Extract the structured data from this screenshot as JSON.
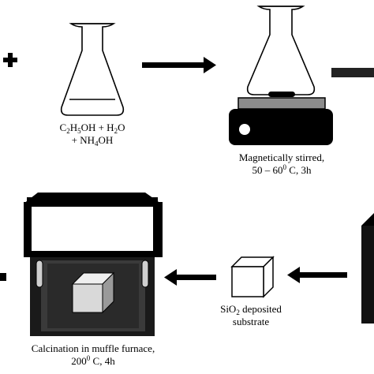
{
  "colors": {
    "ink": "#000000",
    "paper": "#ffffff",
    "furnace_body": "#1a1a1a",
    "furnace_inner": "#3a3a3a",
    "cube_face": "#d9d9d9",
    "hotplate_top": "#8c8c8c"
  },
  "icons": [
    "plus-icon",
    "conical-flask-icon",
    "arrow-right-icon",
    "hotplate-stirrer-icon",
    "arrow-left-icon",
    "muffle-furnace-icon",
    "cube-substrate-icon"
  ],
  "labels": {
    "solution": {
      "line1_a": "C",
      "line1_a_sub": "2",
      "line1_b": "H",
      "line1_b_sub": "5",
      "line1_c": "OH + H",
      "line1_c_sub": "2",
      "line1_d": "O",
      "line2_a": "+ NH",
      "line2_a_sub": "4",
      "line2_b": "OH"
    },
    "stirred": {
      "line1": "Magnetically stirred,",
      "line2_a": "50 – 60",
      "line2_a_sup": "0",
      "line2_b": " C, 3h"
    },
    "substrate": {
      "line1_a": "SiO",
      "line1_a_sub": "2",
      "line1_b": " deposited",
      "line2": "substrate"
    },
    "calcination": {
      "line1": "Calcination in muffle furnace,",
      "line2_a": "200",
      "line2_a_sup": "0",
      "line2_b": " C, 4h"
    }
  }
}
